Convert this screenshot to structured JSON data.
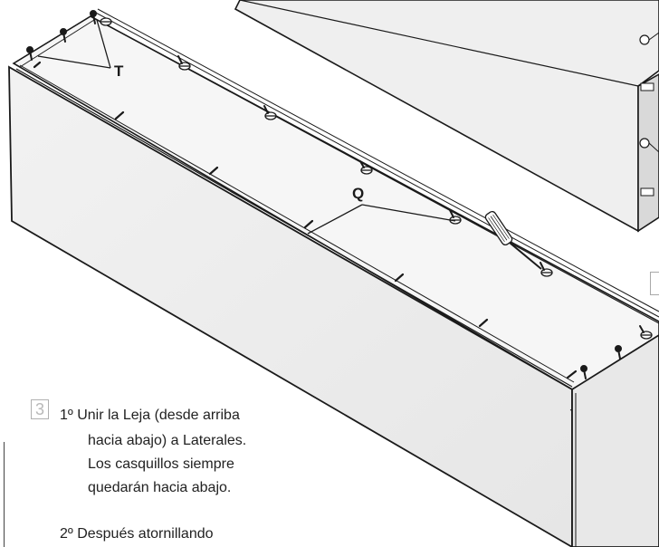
{
  "labels": {
    "t": "T",
    "q": "Q"
  },
  "step": {
    "number": "3",
    "line1_prefix": "1º",
    "line1": "Unir la Leja (desde arriba",
    "line2": "hacia abajo) a Laterales.",
    "line3": "Los casquillos siempre",
    "line4": "quedarán hacia abajo.",
    "line5_prefix": "2º",
    "line5": "Después atornillando"
  },
  "colors": {
    "panel_face": "#f7f7f7",
    "panel_top": "#e9e9e9",
    "panel_front": "#efefef",
    "line": "#1a1a1a",
    "step_box": "#b8b8b8"
  }
}
